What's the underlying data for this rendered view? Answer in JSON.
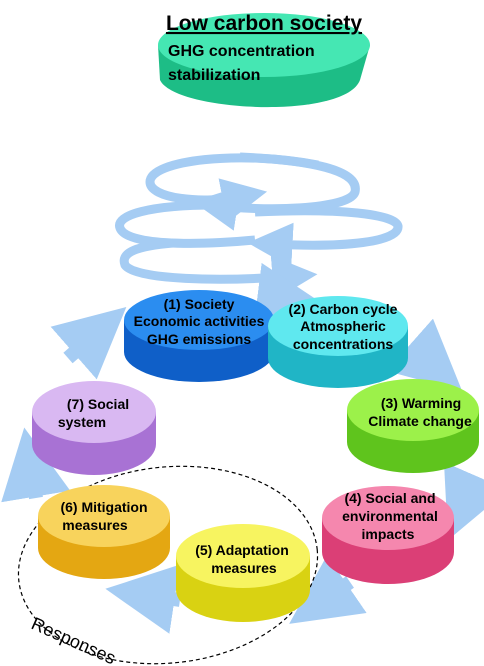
{
  "top_disc": {
    "title": "Low carbon society",
    "line1": "GHG concentration",
    "line2": "stabilization",
    "top_color": "#45e7b3",
    "side_color": "#1dbd86"
  },
  "nodes": [
    {
      "id": "society",
      "lines": [
        "(1) Society",
        "Economic activities",
        "GHG emissions"
      ],
      "top_color": "#2b8df0",
      "side_color": "#0f5fc8"
    },
    {
      "id": "carbon-cycle",
      "lines": [
        "(2) Carbon cycle",
        "Atmospheric",
        "concentrations"
      ],
      "top_color": "#5fe8ef",
      "side_color": "#20b5c6"
    },
    {
      "id": "warming",
      "lines": [
        "(3) Warming",
        "Climate change"
      ],
      "top_color": "#9cf14a",
      "side_color": "#5fc41d"
    },
    {
      "id": "impacts",
      "lines": [
        "(4) Social and",
        "environmental",
        "impacts"
      ],
      "top_color": "#f587ae",
      "side_color": "#db3f76"
    },
    {
      "id": "adaptation",
      "lines": [
        "(5) Adaptation",
        "measures"
      ],
      "top_color": "#f7f460",
      "side_color": "#d9d212"
    },
    {
      "id": "mitigation",
      "lines": [
        "(6) Mitigation",
        "measures"
      ],
      "top_color": "#f8d35c",
      "side_color": "#e4a712"
    },
    {
      "id": "social-system",
      "lines": [
        "(7) Social",
        "system"
      ],
      "top_color": "#d9b8f2",
      "side_color": "#a872d4"
    }
  ],
  "responses_label": "Responses",
  "arrow_color": "#a5ccf3"
}
